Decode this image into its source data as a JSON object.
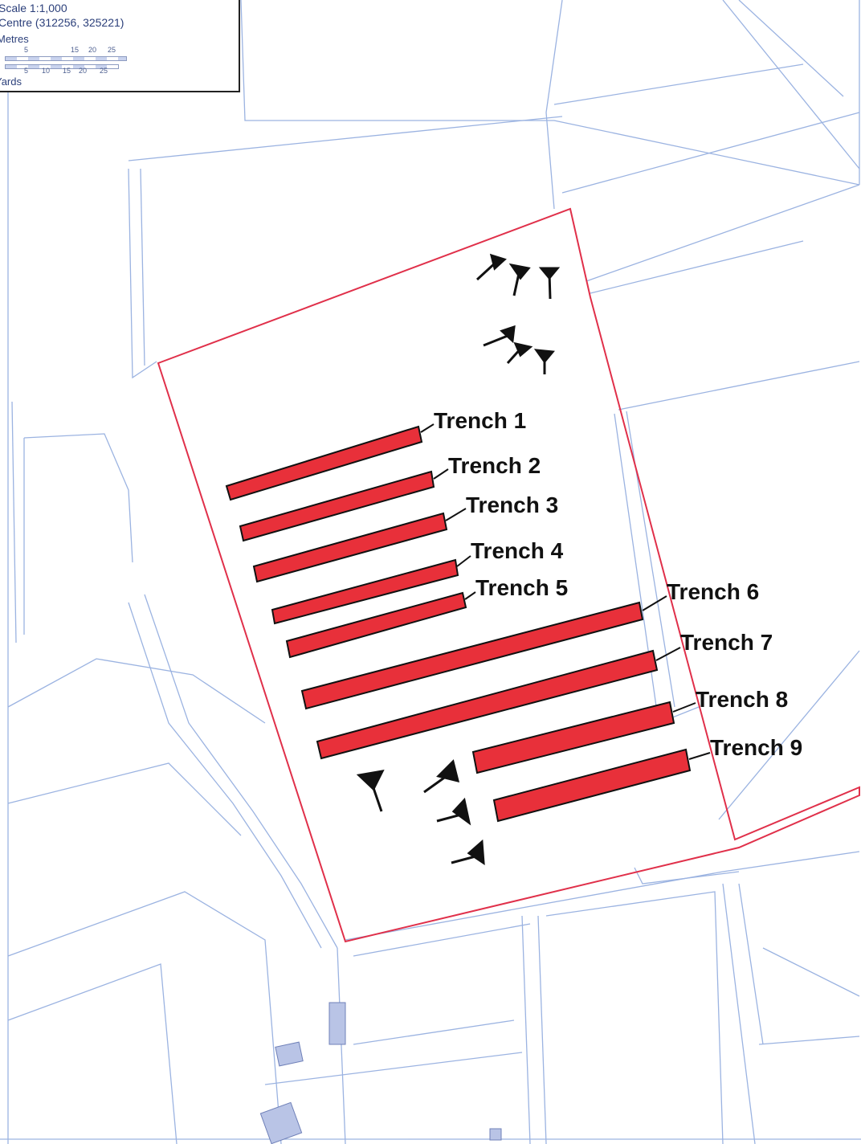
{
  "scale": {
    "scale_text": "Scale 1:1,000",
    "centre_text": "Centre (312256, 325221)",
    "metres_label": "Metres",
    "yards_label": "Yards",
    "metres_ticks": [
      "5",
      "15",
      "20",
      "25"
    ],
    "yards_ticks": [
      "5",
      "10",
      "15",
      "20",
      "25"
    ]
  },
  "trenches": [
    {
      "label": "Trench 1"
    },
    {
      "label": "Trench 2"
    },
    {
      "label": "Trench 3"
    },
    {
      "label": "Trench 4"
    },
    {
      "label": "Trench 5"
    },
    {
      "label": "Trench 6"
    },
    {
      "label": "Trench 7"
    },
    {
      "label": "Trench 8"
    },
    {
      "label": "Trench 9"
    }
  ],
  "colors": {
    "trench_fill": "#e8303a",
    "site_boundary": "#e0304a",
    "base_map_lines": "#8aa6dc",
    "marker": "#111111",
    "label_text": "#111111"
  },
  "icons": {
    "marker": "flag-marker-icon"
  }
}
